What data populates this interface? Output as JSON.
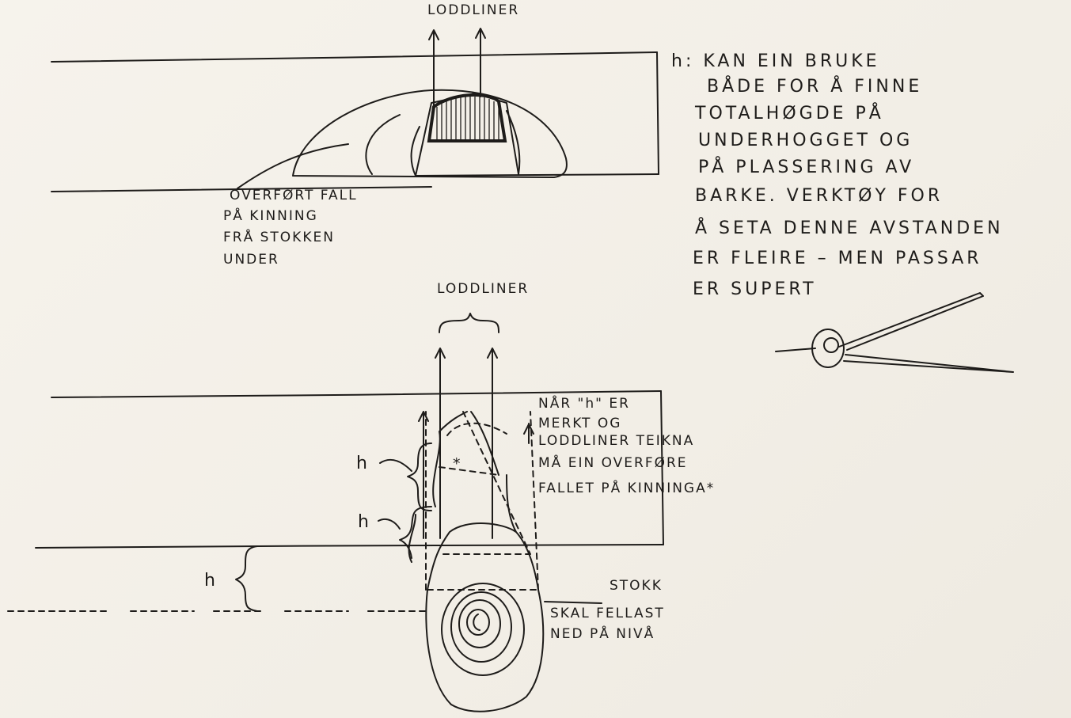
{
  "top_sketch": {
    "arrow_label": "LODDLINER",
    "transfer_note": [
      "OVERFØRT FALL",
      "PÅ KINNING",
      "FRÅ STOKKEN",
      "UNDER"
    ]
  },
  "side_note": {
    "lines": [
      "h: KAN EIN BRUKE",
      "BÅDE FOR Å FINNE",
      "TOTALHØGDE PÅ",
      "UNDERHOGGET OG",
      "PÅ PLASSERING AV",
      "BARKE. VERKTØY FOR",
      "Å SETA DENNE AVSTANDEN",
      "ER FLEIRE – MEN PASSAR",
      "ER SUPERT"
    ]
  },
  "bottom_sketch": {
    "arrow_label": "LODDLINER",
    "instruction": [
      "NÅR \"h\" ER",
      "MERKT OG",
      "LODDLINER TEIKNA",
      "MÅ EIN OVERFØRE",
      "FALLET PÅ KINNINGA*"
    ],
    "h_labels": [
      "h",
      "h",
      "h"
    ],
    "asterisk": "*",
    "log_label": "STOKK",
    "log_note": [
      "SKAL FELLAST",
      "NED PÅ NIVÅ"
    ]
  }
}
